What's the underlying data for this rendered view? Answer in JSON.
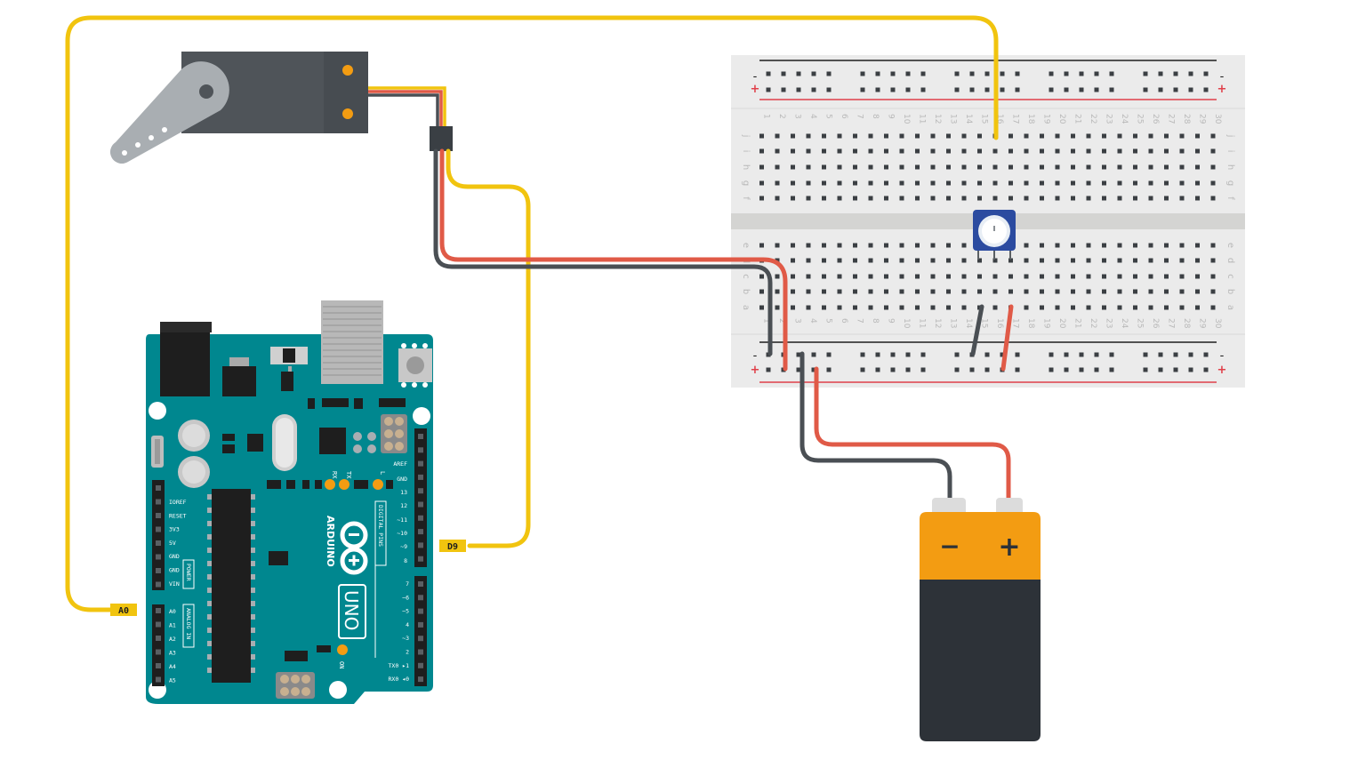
{
  "labels": {
    "a0": "A0",
    "d9": "D9"
  },
  "arduino": {
    "brand": "ARDUINO",
    "model": "UNO",
    "on": "ON",
    "tx": "TX",
    "rx": "RX",
    "l": "L",
    "digital_pins": "DIGITAL PINS",
    "power": "POWER",
    "analog_in": "ANALOG IN",
    "power_pins": [
      "IOREF",
      "RESET",
      "3V3",
      "5V",
      "GND",
      "GND",
      "VIN"
    ],
    "analog_pins": [
      "A0",
      "A1",
      "A2",
      "A3",
      "A4",
      "A5"
    ],
    "digital_top": [
      "AREF",
      "GND",
      "13",
      "12",
      "~11",
      "~10",
      "~9",
      "8"
    ],
    "digital_bottom": [
      "7",
      "~6",
      "~5",
      "4",
      "~3",
      "2",
      "TX0 ▸1",
      "RX0 ◂0"
    ]
  },
  "breadboard": {
    "columns": [
      "1",
      "2",
      "3",
      "4",
      "5",
      "6",
      "7",
      "8",
      "9",
      "10",
      "11",
      "12",
      "13",
      "14",
      "15",
      "16",
      "17",
      "18",
      "19",
      "20",
      "21",
      "22",
      "23",
      "24",
      "25",
      "26",
      "27",
      "28",
      "29",
      "30"
    ],
    "rows_top": [
      "j",
      "i",
      "h",
      "g",
      "f"
    ],
    "rows_bottom": [
      "e",
      "d",
      "c",
      "b",
      "a"
    ],
    "rail_plus": "+",
    "rail_minus": "-"
  },
  "battery": {
    "minus": "−",
    "plus": "+"
  },
  "colors": {
    "signal_wire": "#f1c40f",
    "power_wire": "#e05a47",
    "ground_wire": "#4a4f54",
    "board": "#00878f",
    "battery_top": "#f39c12",
    "battery_body": "#2d3238",
    "servo_body": "#4f5459",
    "pot": "#2b4ba0"
  },
  "icons": [
    "servo-motor-icon",
    "potentiometer-icon",
    "battery-9v-icon",
    "arduino-logo-icon"
  ]
}
